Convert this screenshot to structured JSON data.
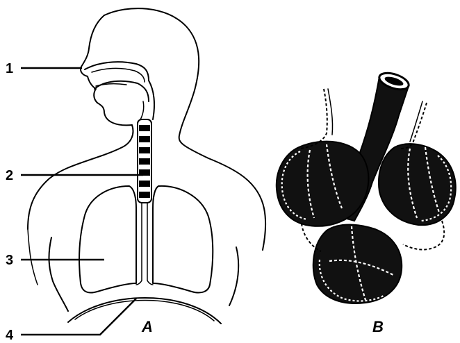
{
  "labels": {
    "one": "1",
    "two": "2",
    "three": "3",
    "four": "4"
  },
  "panels": {
    "a": "A",
    "b": "B"
  },
  "colors": {
    "line": "#000000",
    "alveolus_fill": "#111111",
    "background": "#ffffff"
  }
}
